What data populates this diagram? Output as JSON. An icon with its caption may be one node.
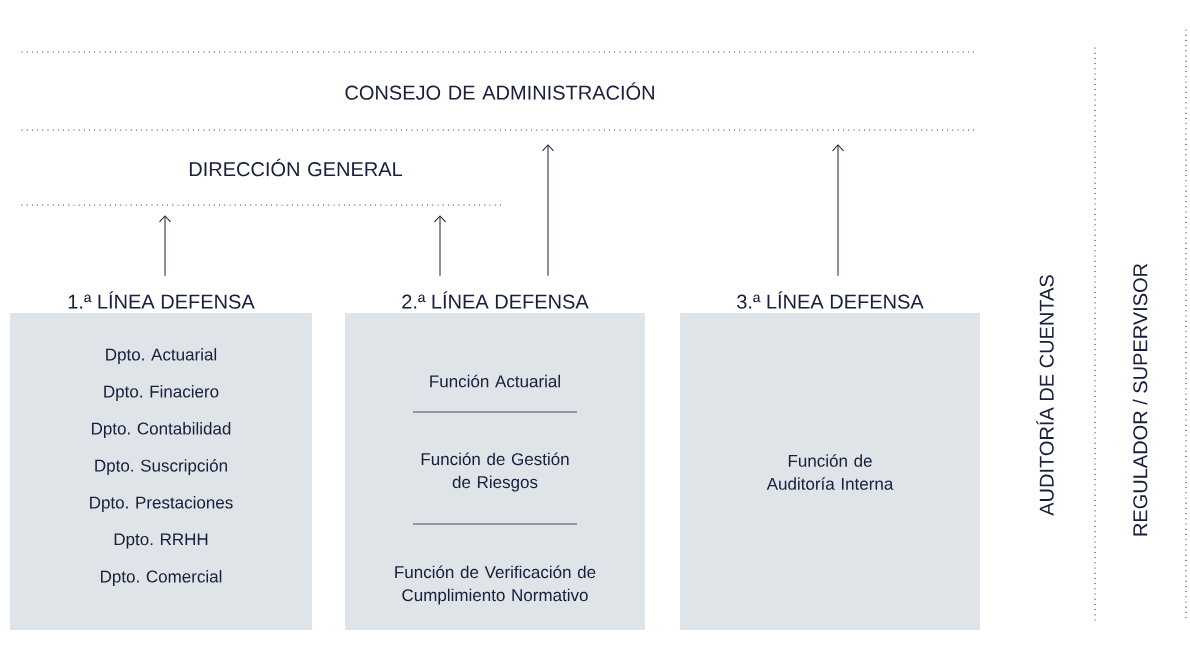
{
  "diagram": {
    "nodes": [
      {
        "text": [
          "CONSEJO DE ADMINISTRACIÓN"
        ]
      },
      {
        "text": [
          "DIRECCIÓN GENERAL"
        ]
      },
      {
        "text": [
          "1.ª LÍNEA DEFENSA",
          "Dpto. Actuarial",
          "Dpto. Finaciero",
          "Dpto. Contabilidad",
          "Dpto. Suscripción",
          "Dpto. Prestaciones",
          "Dpto. RRHH",
          "Dpto. Comercial"
        ]
      },
      {
        "text": [
          "2.ª LÍNEA DEFENSA",
          "Función Actuarial",
          "Función de Gestión de Riesgos",
          "Función de Verificación de Cumplimiento Normativo"
        ]
      },
      {
        "text": [
          "3.ª LÍNEA DEFENSA",
          "Función de Auditoría Interna"
        ]
      }
    ],
    "edges": [
      {
        "from": 2,
        "to": 1,
        "arrow": "to"
      },
      {
        "from": 3,
        "to": 1,
        "arrow": "to"
      },
      {
        "from": 3,
        "to": 0,
        "arrow": "to"
      },
      {
        "from": 4,
        "to": 0,
        "arrow": "to"
      }
    ],
    "labels": [
      "AUDITORÍA DE CUENTAS",
      "REGULADOR / SUPERVISOR"
    ]
  }
}
